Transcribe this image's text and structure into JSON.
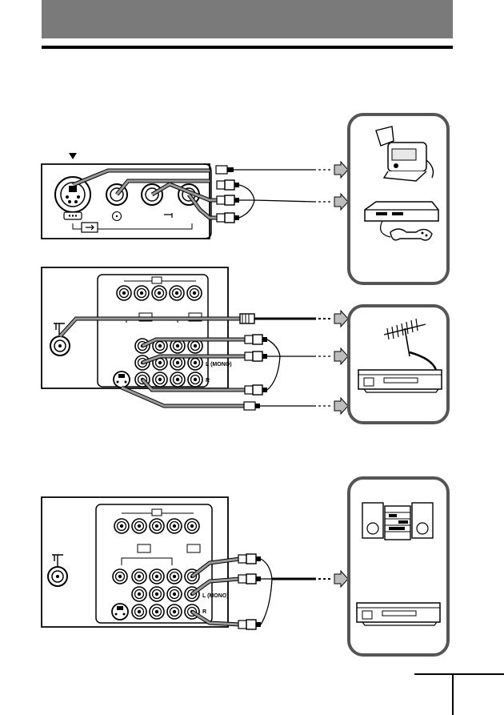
{
  "jack_labels": {
    "mono_left": "L (MONO)",
    "right": "R"
  },
  "icons": {
    "antenna_input": "antenna-icon",
    "s_video": "s-video-icon",
    "video": "video-icon",
    "audio": "audio-icon",
    "input": "input-arrow-icon",
    "output": "output-arrow-icon"
  },
  "devices": {
    "top_group": [
      "camcorder",
      "video-game-console"
    ],
    "middle_group": [
      "outdoor-antenna",
      "vcr"
    ],
    "bottom_group": [
      "stereo-system",
      "vcr"
    ]
  },
  "colors": {
    "header_band": "#7a7a7a",
    "rule": "#000000",
    "cable_fill": "#9a9a9a",
    "device_box_border": "#555555"
  }
}
